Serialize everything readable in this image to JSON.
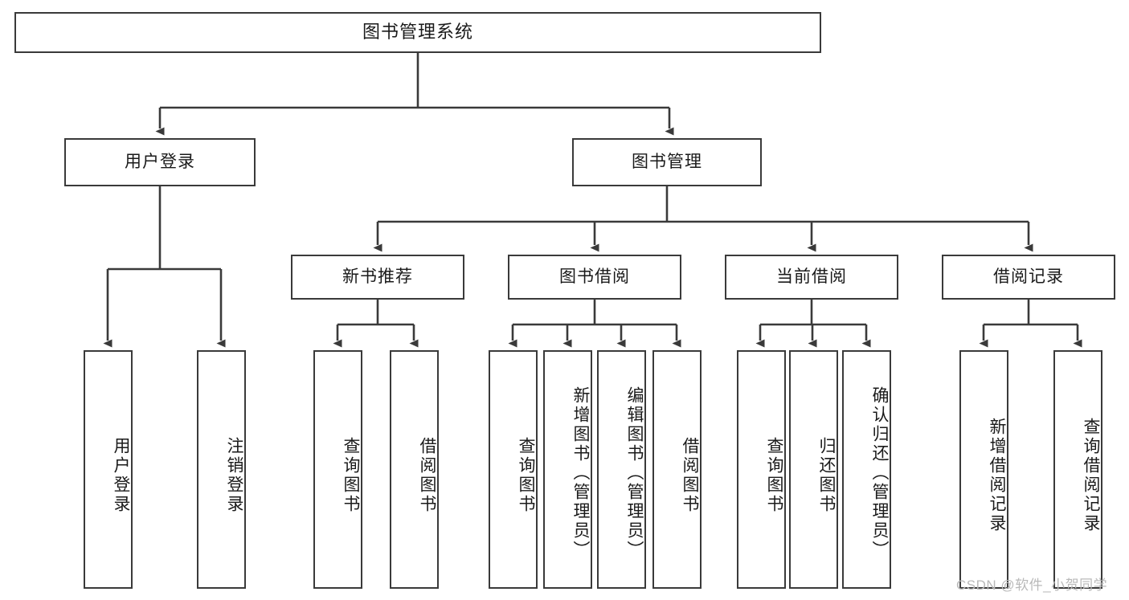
{
  "diagram": {
    "title": "图书管理系统",
    "type": "function-structure-tree",
    "stroke_color": "#3a3a3a",
    "background_color": "#ffffff",
    "text_color": "#1a1a1a"
  },
  "root": {
    "label": "图书管理系统"
  },
  "level2": [
    {
      "label": "用户登录"
    },
    {
      "label": "图书管理"
    }
  ],
  "level3": [
    {
      "label": "新书推荐"
    },
    {
      "label": "图书借阅"
    },
    {
      "label": "当前借阅"
    },
    {
      "label": "借阅记录"
    }
  ],
  "leaves": {
    "user_login": [
      {
        "label": "用户登录"
      },
      {
        "label": "注销登录"
      }
    ],
    "new_book_recommend": [
      {
        "label": "查询图书"
      },
      {
        "label": "借阅图书"
      }
    ],
    "book_borrow": [
      {
        "label": "查询图书"
      },
      {
        "label": "新增图书（管理员）"
      },
      {
        "label": "编辑图书（管理员）"
      },
      {
        "label": "借阅图书"
      }
    ],
    "current_borrow": [
      {
        "label": "查询图书"
      },
      {
        "label": "归还图书"
      },
      {
        "label": "确认归还（管理员）"
      }
    ],
    "borrow_record": [
      {
        "label": "新增借阅记录"
      },
      {
        "label": "查询借阅记录"
      }
    ]
  },
  "watermark": {
    "text": "CSDN @软件_小贺同学"
  }
}
